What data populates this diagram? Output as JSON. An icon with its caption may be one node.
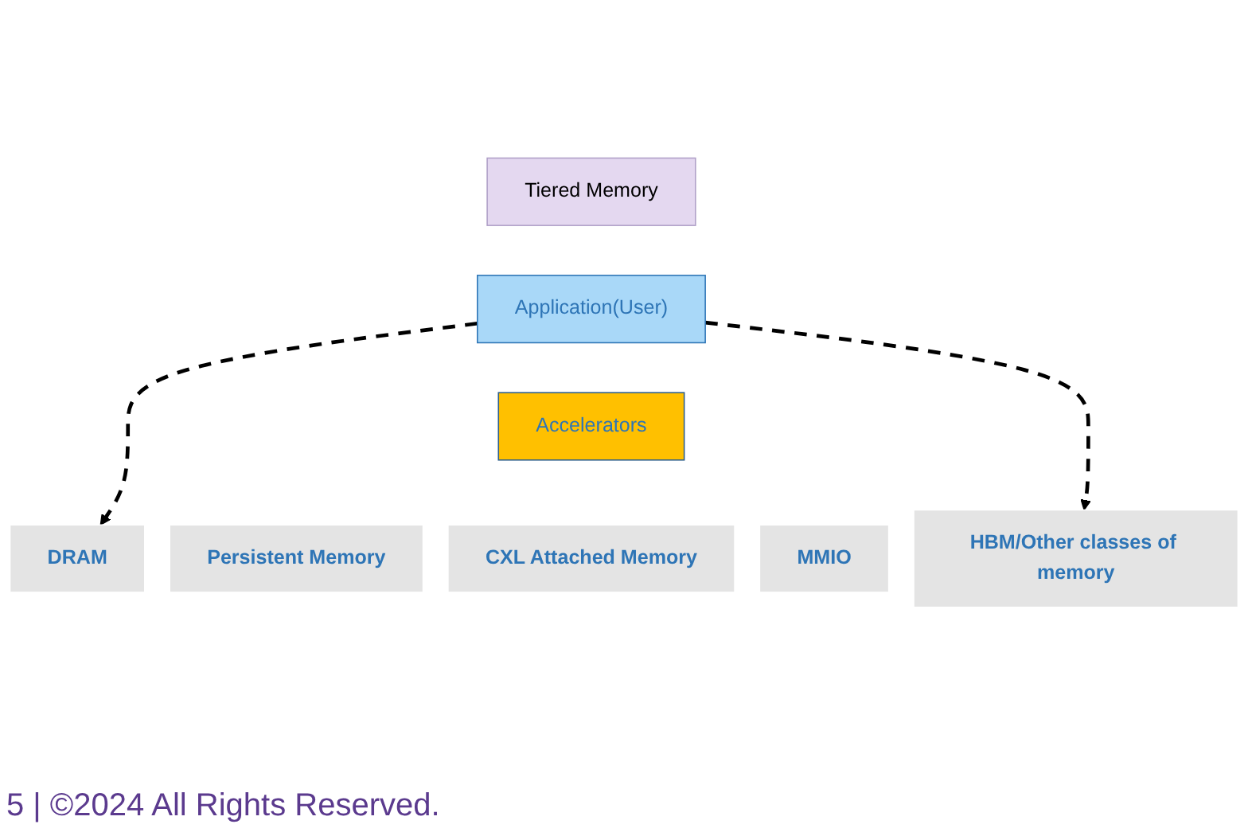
{
  "diagram": {
    "nodes": [
      {
        "text": [
          "Tiered Memory"
        ]
      },
      {
        "text": [
          "Application(User)"
        ]
      },
      {
        "text": [
          "Accelerators"
        ]
      },
      {
        "text": [
          "DRAM"
        ]
      },
      {
        "text": [
          "Persistent Memory"
        ]
      },
      {
        "text": [
          "CXL Attached Memory"
        ]
      },
      {
        "text": [
          "MMIO"
        ]
      },
      {
        "text": [
          "HBM/Other classes of memory"
        ]
      }
    ],
    "edges": [
      {
        "from": 1,
        "to": 3,
        "arrow": "to",
        "style": "dashed"
      },
      {
        "from": 1,
        "to": 7,
        "arrow": "to",
        "style": "dashed"
      }
    ],
    "labels": [
      "5 | ©2024 All Rights Reserved."
    ]
  }
}
